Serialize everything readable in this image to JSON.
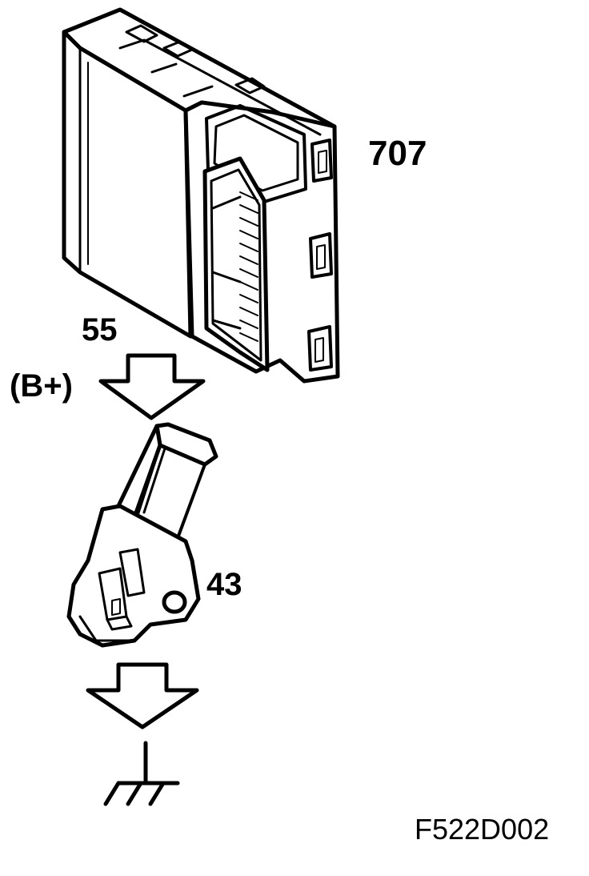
{
  "diagram": {
    "labels": {
      "module": "707",
      "wire": "55",
      "supply": "(B+)",
      "sensor": "43",
      "figure_code": "F522D002"
    },
    "components": {
      "module_icon": "control-module-box",
      "sensor_icon": "switch-sensor",
      "ground_icon": "chassis-ground-symbol",
      "arrow_icon": "down-arrow"
    },
    "colors": {
      "stroke": "#000000",
      "background": "#ffffff"
    }
  }
}
